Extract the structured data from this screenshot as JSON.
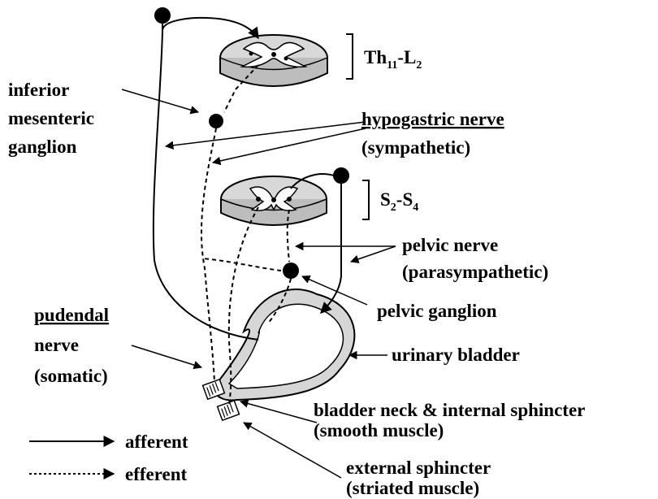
{
  "labels": {
    "th_main": "Th",
    "th_sub1": "11",
    "th_dash": "-L",
    "th_sub2": "2",
    "s_main": "S",
    "s_sub1": "2",
    "s_dash": "-S",
    "s_sub2": "4",
    "inferior_mesenteric": [
      "inferior",
      "mesenteric",
      "ganglion"
    ],
    "hypogastric": [
      "hypogastric nerve",
      "(sympathetic)"
    ],
    "pelvic_nerve": [
      "pelvic nerve",
      "(parasympathetic)"
    ],
    "pelvic_ganglion": "pelvic ganglion",
    "pudendal": [
      "pudendal",
      "nerve",
      "(somatic)"
    ],
    "urinary_bladder": "urinary bladder",
    "bladder_neck": [
      "bladder neck & internal sphincter",
      "(smooth muscle)"
    ],
    "external_sphincter": [
      "external sphincter",
      "(striated muscle)"
    ]
  },
  "legend": {
    "afferent": "afferent",
    "efferent": "efferent"
  },
  "colors": {
    "ink": "#000000",
    "tissue": "#e3e3e3",
    "spellcheck": "#dd2222"
  }
}
